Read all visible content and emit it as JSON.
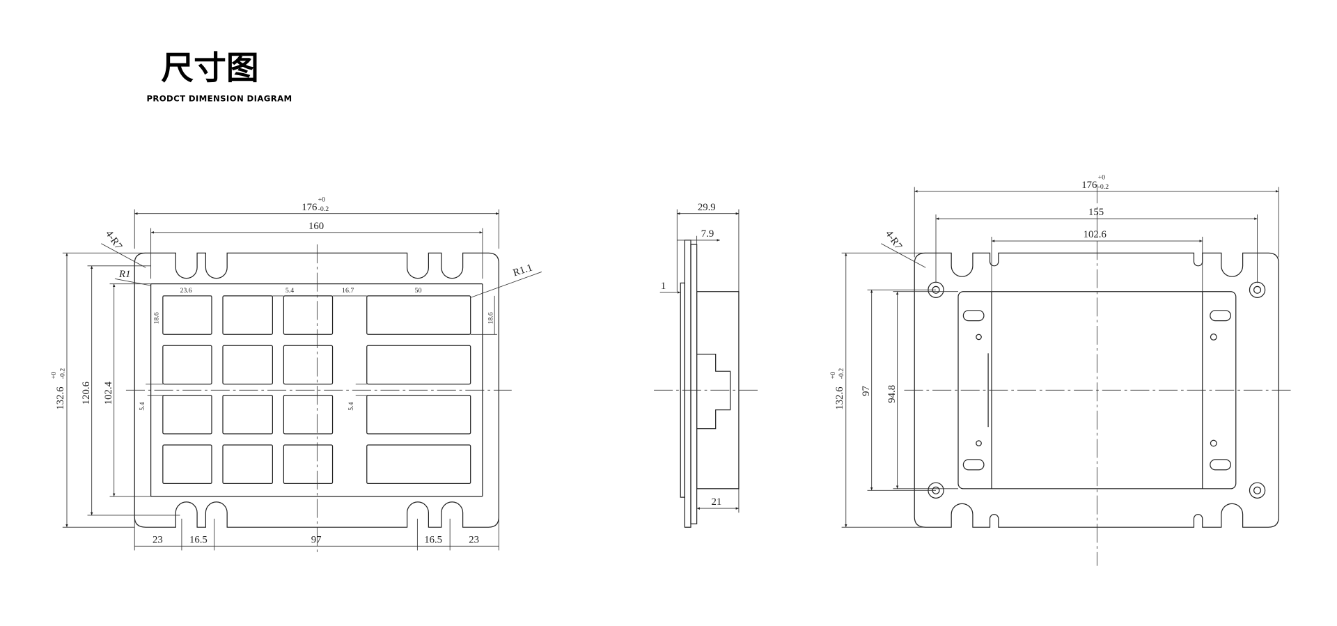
{
  "header": {
    "title": "尺寸图",
    "subtitle": "PRODCT DIMENSION DIAGRAM"
  },
  "front_view": {
    "width_total": "176",
    "width_tol_upper": "+0",
    "width_tol_lower": "-0.2",
    "width_inner": "160",
    "height_total": "132.6",
    "height_tol_upper": "+0",
    "height_tol_lower": "-0.2",
    "height_2": "120.6",
    "height_3": "102.4",
    "corner_radius": "4-R7",
    "radius_inner": "R1",
    "radius_key": "R1.1",
    "key_width": "23.6",
    "key_gap": "5.4",
    "key_gap_2": "16.7",
    "key_wide": "50",
    "key_height": "18.6",
    "key_height_right": "18.6",
    "row_gap_left": "5.4",
    "row_gap_mid": "5.4",
    "bottom": [
      "23",
      "16.5",
      "97",
      "16.5",
      "23"
    ]
  },
  "side_view": {
    "depth_total": "29.9",
    "depth_plate": "7.9",
    "plate_thickness": "1",
    "body_depth": "21"
  },
  "back_view": {
    "width_total": "176",
    "width_tol_upper": "+0",
    "width_tol_lower": "-0.2",
    "hole_spacing": "155",
    "bracket_spacing": "102.6",
    "height_total": "132.6",
    "height_tol_upper": "+0",
    "height_tol_lower": "-0.2",
    "hole_vertical": "97",
    "body_height": "94.8",
    "corner_radius": "4-R7"
  }
}
